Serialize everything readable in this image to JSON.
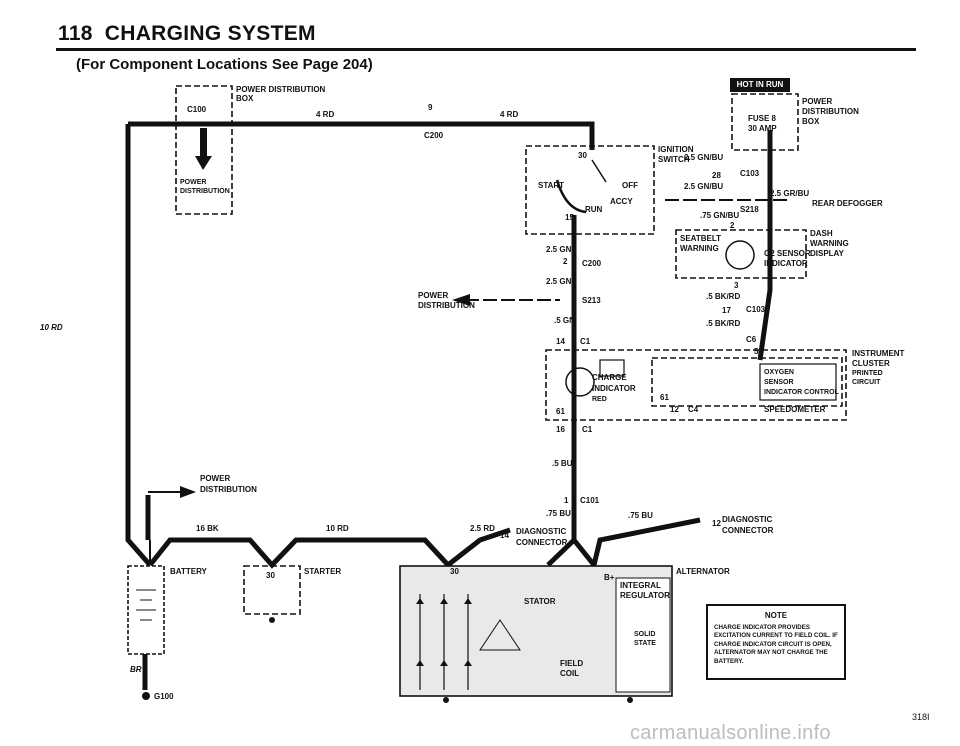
{
  "header": {
    "page_number": "118",
    "title": "CHARGING SYSTEM",
    "subtitle": "(For Component Locations See Page 204)"
  },
  "badge": "HOT IN RUN",
  "labels": {
    "power_dist_box": [
      "POWER DISTRIBUTION",
      "BOX"
    ],
    "c100": "C100",
    "power_dist_inner": [
      "POWER",
      "DISTRIBUTION"
    ],
    "wire_4rd_a": "4 RD",
    "wire_4rd_b": "4 RD",
    "pin_9": "9",
    "c200_top": "C200",
    "fuse_box": [
      "POWER",
      "DISTRIBUTION",
      "BOX"
    ],
    "fuse": [
      "FUSE 8",
      "30 AMP"
    ],
    "ignition": [
      "IGNITION",
      "SWITCH"
    ],
    "ign_pos": [
      "30",
      "START",
      "OFF",
      "ACCY",
      "RUN",
      "15"
    ],
    "w_25gnbu_a": "2.5 GN/BU",
    "pin_28": "28",
    "c103_a": "C103",
    "w_25gnbu_b": "2.5 GN/BU",
    "w_25grbu": "2.5 GR/BU",
    "rear_defogger": "REAR DEFOGGER",
    "s218": "S218",
    "w_75gnbu": ".75 GN/BU",
    "pin_2": "2",
    "seatbelt": [
      "SEATBELT",
      "WARNING"
    ],
    "o2_sensor": [
      "O2 SENSOR",
      "INDICATOR"
    ],
    "dash_display": [
      "DASH",
      "WARNING",
      "DISPLAY"
    ],
    "pin_3": "3",
    "w_5bkrd_a": ".5 BK/RD",
    "pin_17": "17",
    "c103_b": "C103",
    "w_5bkrd_b": ".5 BK/RD",
    "c6": "C6",
    "pin_52": "52",
    "w_25gn_a": "2.5 GN",
    "c200_mid": "C200",
    "pin_2b": "2",
    "w_25gn_b": "2.5 GN",
    "power_dist_arrow": [
      "POWER",
      "DISTRIBUTION"
    ],
    "s213": "S213",
    "w_5gn": ".5 GN",
    "pin_14": "14",
    "c1_top": "C1",
    "wire_10rd_left": "10 RD",
    "instrument_cluster": [
      "INSTRUMENT",
      "CLUSTER",
      "PRINTED",
      "CIRCUIT"
    ],
    "charge_ind": [
      "CHARGE",
      "INDICATOR",
      "RED"
    ],
    "oxygen_sensor": [
      "OXYGEN",
      "SENSOR",
      "INDICATOR CONTROL"
    ],
    "speedometer": "SPEEDOMETER",
    "pin_61a": "61",
    "pin_12": "12",
    "c4": "C4",
    "pin_61b": "61",
    "pin_16": "16",
    "c1_bot": "C1",
    "w_5bu": ".5 BU",
    "pin_1": "1",
    "c101": "C101",
    "w_75bu_a": ".75 BU",
    "w_75bu_b": ".75 BU",
    "diag_conn_right": [
      "DIAGNOSTIC",
      "CONNECTOR"
    ],
    "pin_12b": "12",
    "power_dist_left": [
      "POWER",
      "DISTRIBUTION"
    ],
    "w_16bk": "16 BK",
    "w_10rd": "10 RD",
    "w_25rd": "2.5 RD",
    "pin_14b": "14",
    "diag_conn_left": [
      "DIAGNOSTIC",
      "CONNECTOR"
    ],
    "battery": "BATTERY",
    "starter": "STARTER",
    "pin_30s": "30",
    "alternator": "ALTERNATOR",
    "pin_30a": "30",
    "b_plus": "B+",
    "integral_reg": [
      "INTEGRAL",
      "REGULATOR"
    ],
    "stator": "STATOR",
    "solid_state": [
      "SOLID",
      "STATE"
    ],
    "field_coil": [
      "FIELD",
      "COIL"
    ],
    "br": "BR",
    "g100": "G100"
  },
  "note": {
    "title": "NOTE",
    "text": "CHARGE INDICATOR PROVIDES EXCITATION CURRENT TO FIELD COIL. IF CHARGE INDICATOR CIRCUIT IS OPEN, ALTERNATOR MAY NOT CHARGE THE BATTERY."
  },
  "footer_code": "318I",
  "watermark": "carmanualsonline.info"
}
